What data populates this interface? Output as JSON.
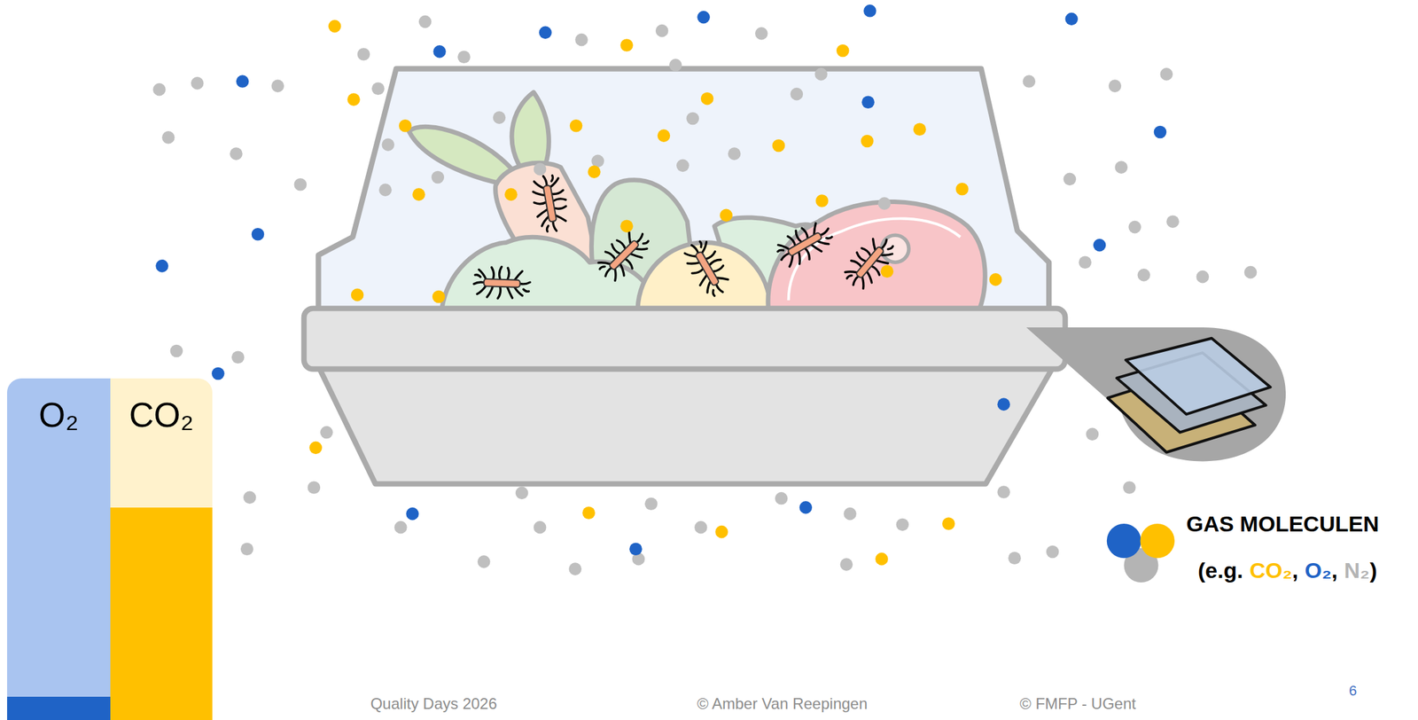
{
  "diagram": {
    "nodes": [
      {
        "text": [
          "O₂"
        ]
      },
      {
        "text": [
          "CO₂"
        ]
      }
    ],
    "labels": [
      "GAS MOLECULEN",
      "(e.g.",
      ",",
      ",",
      ")",
      "Quality Days 2026",
      "© Amber Van Reepingen",
      "© FMFP - UGent",
      "6"
    ],
    "legend": [
      {
        "text": "CO₂",
        "color": "#ffc000"
      },
      {
        "text": "O₂",
        "color": "#1f63c6"
      },
      {
        "text": "N₂",
        "color": "#b4b4b4"
      }
    ]
  }
}
